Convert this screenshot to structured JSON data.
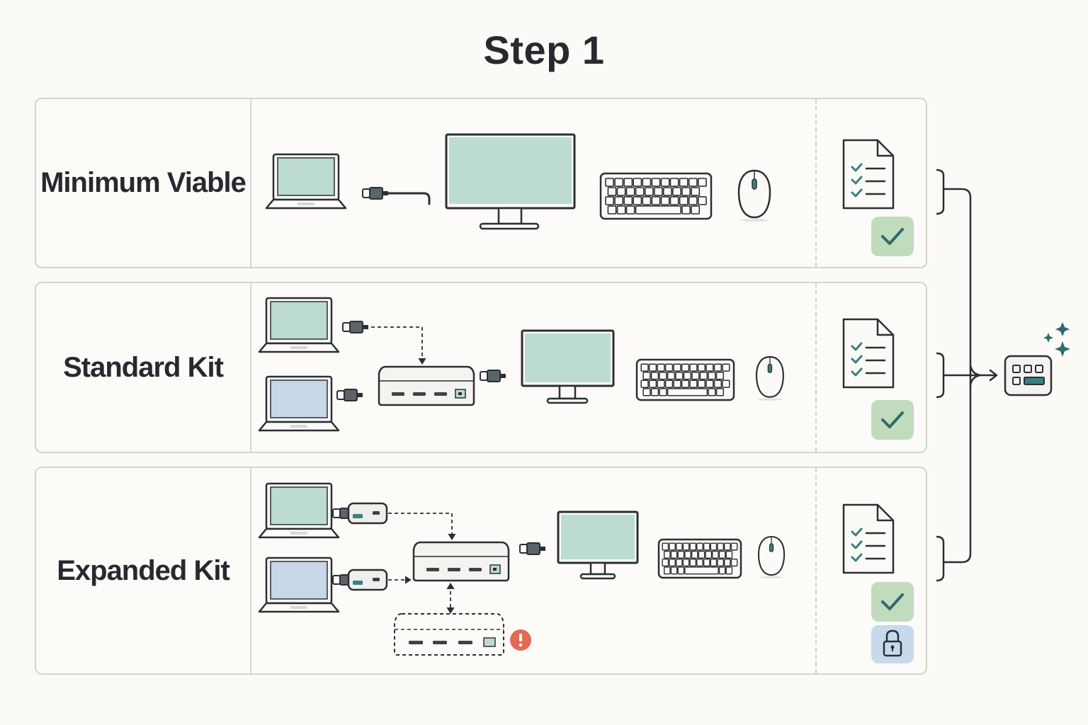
{
  "title": "Step 1",
  "rows": [
    {
      "label": "Minimum Viable"
    },
    {
      "label": "Standard Kit"
    },
    {
      "label": "Expanded Kit"
    }
  ],
  "colors": {
    "screen": "#bcdbd1",
    "screen_blue": "#c7d7e8",
    "check_badge": "#c1dbbd",
    "check_mark": "#2e6b6c",
    "lock_badge": "#c7d9ec",
    "warning": "#e16a55",
    "teal": "#3b7f82",
    "line": "#2b2f35"
  },
  "icons": [
    "laptop-icon",
    "cable-icon",
    "monitor-icon",
    "keyboard-icon",
    "mouse-icon",
    "dock-icon",
    "adapter-icon",
    "checklist-icon",
    "checkmark-icon",
    "lock-icon",
    "warning-icon",
    "kit-summary-icon",
    "sparkle-icon"
  ]
}
